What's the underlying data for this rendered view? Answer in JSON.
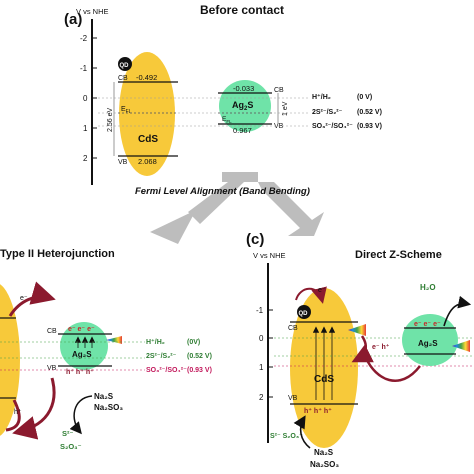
{
  "panel_a": {
    "label": "(a)",
    "title": "Before contact",
    "axis_title": "V vs NHE",
    "ticks": [
      "-2",
      "-1",
      "0",
      "1",
      "2"
    ],
    "cds": {
      "qd": "QD",
      "cb": "CB",
      "cb_value": "-0.492",
      "efl": "E",
      "efl_sub": "FL",
      "gap": "2.56 eV",
      "name": "CdS",
      "vb": "VB",
      "vb_value": "2.068"
    },
    "ag2s": {
      "cb": "CB",
      "cb_value": "-0.033",
      "name": "Ag",
      "name_sub": "2",
      "name_end": "S",
      "efl": "E",
      "efl_sub": "FL",
      "vb_value": "0.967",
      "vb": "VB",
      "gap": "1 eV"
    },
    "redox": [
      {
        "label": "H⁺/H₂",
        "value": "(0 V)"
      },
      {
        "label": "2S²⁻/S₂²⁻",
        "value": "(0.52 V)"
      },
      {
        "label": "SO₃²⁻/SO₄²⁻",
        "value": "(0.93 V)"
      }
    ]
  },
  "fermi_label": "Fermi Level Alignment (Band Bending)",
  "panel_b": {
    "title": "Type II Heterojunction",
    "electron": "e⁻",
    "hole": "h⁺",
    "cb": "CB",
    "vb": "VB",
    "electrons": "e⁻ e⁻ e⁻",
    "holes": "h⁺ h⁺ h⁺",
    "ag2s": "Ag₂S",
    "redox": [
      {
        "label": "H⁺/H₂",
        "value": "(0V)"
      },
      {
        "label": "2S²⁻/S₂²⁻",
        "value": "(0.52 V)"
      },
      {
        "label": "SO₃²⁻/SO₄²⁻",
        "value": "(0.93 V)"
      }
    ],
    "reagent1": "Na₂S",
    "reagent2": "Na₂SO₃",
    "product1": "S²⁻",
    "product2": "S₂O₃⁻"
  },
  "panel_c": {
    "label": "(c)",
    "axis_title": "V vs NHE",
    "title": "Direct Z-Scheme",
    "ticks": [
      "-1",
      "0",
      "1",
      "2"
    ],
    "qd": "QD",
    "electron": "e⁻",
    "cb": "CB",
    "vb": "VB",
    "cds": "CdS",
    "holes": "h⁺ h⁺ h⁺",
    "eh": "e⁻ h⁺",
    "ag_electrons": "e⁻ e⁻ e⁻",
    "ag2s": "Ag₂S",
    "water": "H₂O",
    "products": "S²⁻ S₂O₃⁻",
    "reagent1": "Na₂S",
    "reagent2": "Na₂SO₃"
  }
}
